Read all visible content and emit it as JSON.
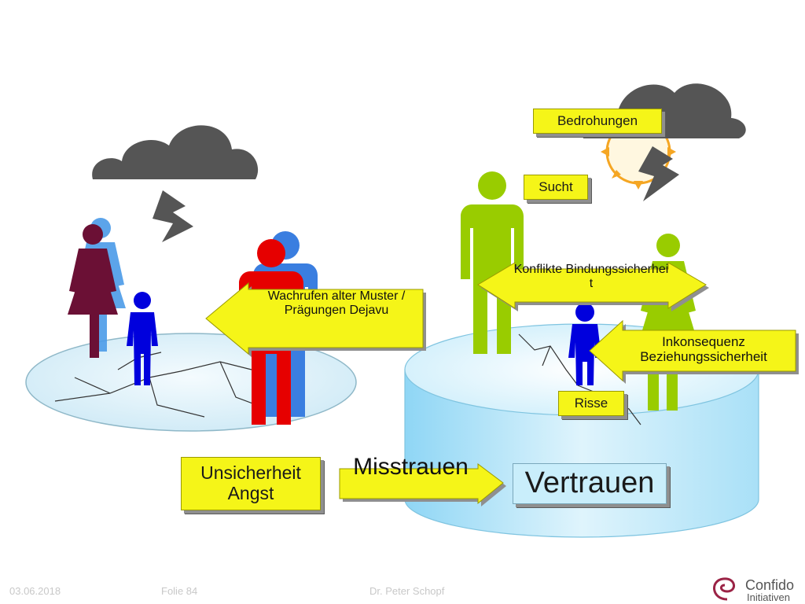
{
  "labels": {
    "bedrohungen": "Bedrohungen",
    "sucht": "Sucht",
    "konflikte": "Konflikte Bindungssicherheit",
    "wachrufen": "Wachrufen  alter Muster / Prägungen Dejavu",
    "inkonsequenz": "Inkonsequenz Beziehungssicherheit",
    "risse": "Risse",
    "unsicherheit": "Unsicherheit Angst",
    "misstrauen": "Misstrauen",
    "vertrauen": "Vertrauen"
  },
  "footer": {
    "date": "03.06.2018",
    "slide": "Folie 84",
    "author": "Dr. Peter Schopf"
  },
  "logo": {
    "line1": "Confido",
    "line2": "Initiativen"
  },
  "colors": {
    "yellow": "#f5f518",
    "cloud": "#555555",
    "lime": "#99cc00",
    "red": "#e60000",
    "blue": "#0000dd",
    "maroon": "#6b1035",
    "sun": "#f5a623"
  }
}
